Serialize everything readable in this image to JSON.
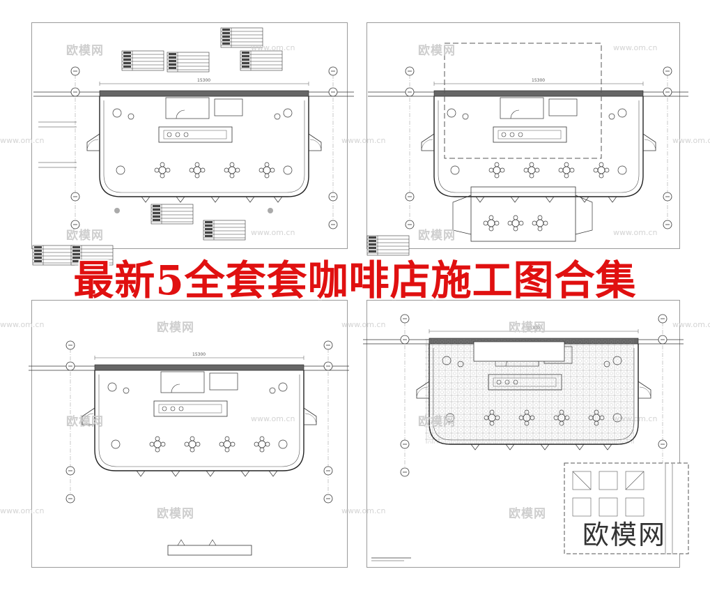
{
  "title_banner": "最新5全套套咖啡店施工图合集",
  "watermark_logo": "欧模网",
  "watermark_text": "欧模网",
  "watermark_url": "www.om.cn",
  "dimension_label": "15300",
  "colors": {
    "banner": "#e01010",
    "lines": "#333333",
    "sheet_border": "#9a9a9a",
    "watermark": "#c9c9c9"
  }
}
